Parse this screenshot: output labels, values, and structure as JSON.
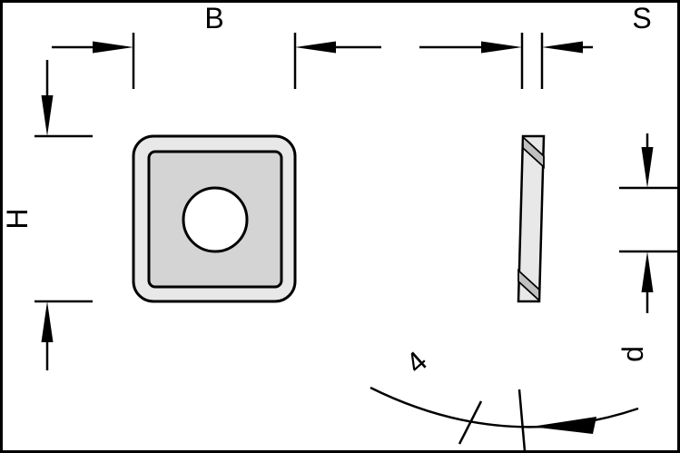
{
  "drawing": {
    "labels": {
      "width": "B",
      "height": "H",
      "thickness": "S",
      "hole_diameter": "d",
      "corner_angle": "4"
    },
    "colors": {
      "line": "#000000",
      "background": "#ffffff",
      "insert_fill": "#e8e8e8",
      "inner_fill": "#d4d4d4",
      "chamfer_fill": "#c0c0c0",
      "hole_fill": "#ffffff"
    }
  }
}
